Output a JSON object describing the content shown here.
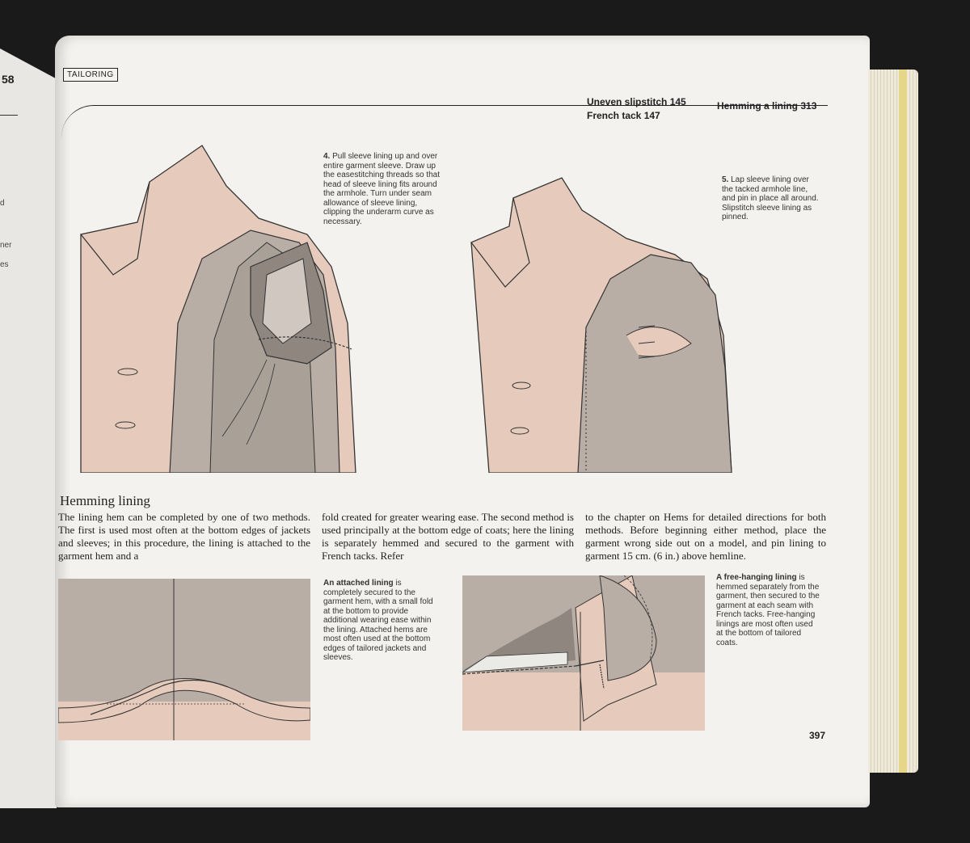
{
  "left_page": {
    "page_number": "58",
    "fragments": [
      "d",
      "ner",
      "es"
    ]
  },
  "header": {
    "section_tag": "TAILORING",
    "cross_refs": [
      {
        "label": "Uneven slipstitch 145",
        "sub": "French tack 147"
      },
      {
        "label": "Hemming a lining 313"
      }
    ]
  },
  "steps": [
    {
      "number": "4.",
      "text": "Pull sleeve lining up and over entire garment sleeve. Draw up the easestitching threads so that head of sleeve lining fits around the armhole. Turn under seam allowance of sleeve lining, clipping the underarm curve as necessary."
    },
    {
      "number": "5.",
      "text": "Lap sleeve lining over the tacked armhole line, and pin in place all around. Slipstitch sleeve lining as pinned."
    }
  ],
  "section": {
    "title": "Hemming lining",
    "columns": [
      "The lining hem can be completed by one of two methods. The first is used most often at the bottom edges of jackets and sleeves; in this procedure, the lining is attached to the garment hem and a",
      "fold created for greater wearing ease. The second method is used principally at the bottom edge of coats; here the lining is separately hemmed and secured to the garment with French tacks. Refer",
      "to the chapter on Hems for detailed directions for both methods. Before beginning either method, place the garment wrong side out on a model, and pin lining to garment 15 cm. (6 in.) above hemline."
    ]
  },
  "figures": [
    {
      "lead": "An attached lining",
      "text": "is completely secured to the garment hem, with a small fold at the bottom to provide additional wearing ease within the lining. Attached hems are most often used at the bottom edges of tailored jackets and sleeves."
    },
    {
      "lead": "A free-hanging lining",
      "text": "is hemmed separately from the garment, then secured to the garment at each seam with French tacks. Free-hanging linings are most often used at the bottom of tailored coats."
    }
  ],
  "page_number": "397",
  "colors": {
    "fabric": "#e6cbbc",
    "lining": "#b9aea5",
    "lining_dark": "#8f8680",
    "paper": "#f4f2ee"
  }
}
